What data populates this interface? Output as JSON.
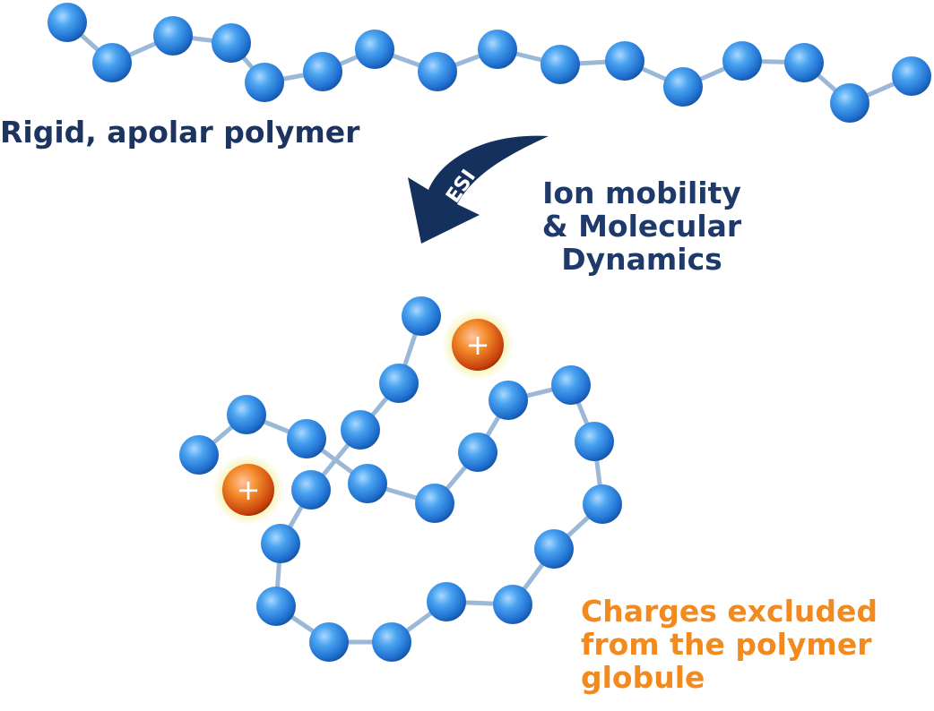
{
  "labels": {
    "top": "Rigid, apolar polymer",
    "arrow": "ESI",
    "method": [
      "Ion mobility",
      "& Molecular",
      "Dynamics"
    ],
    "result": [
      "Charges excluded",
      "from the polymer",
      "globule"
    ],
    "charge_symbol": "+"
  },
  "colors": {
    "bead": "#3a8ee0",
    "charge": "#e0661a",
    "arrow": "#14305c",
    "navy_text": "#1d3461",
    "orange_text": "#f28a1e"
  }
}
